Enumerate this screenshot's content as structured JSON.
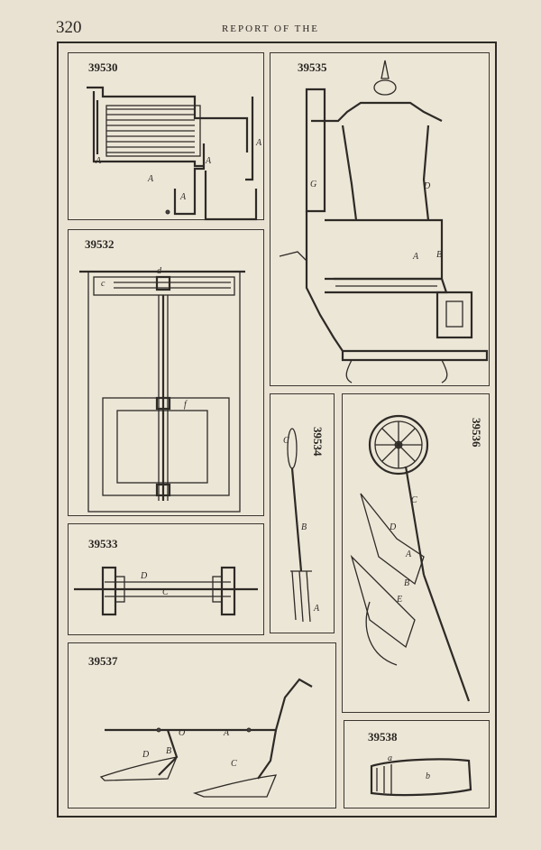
{
  "page": {
    "number": "320",
    "header": "REPORT OF THE"
  },
  "figures": [
    {
      "id": "39530",
      "letters": [
        "A",
        "A",
        "A",
        "A",
        "A"
      ]
    },
    {
      "id": "39535",
      "letters": [
        "G",
        "D",
        "A",
        "B"
      ]
    },
    {
      "id": "39532",
      "letters": [
        "c",
        "d",
        "f"
      ]
    },
    {
      "id": "39534",
      "letters": [
        "C",
        "B",
        "A"
      ]
    },
    {
      "id": "39536",
      "letters": [
        "C",
        "D",
        "A",
        "B",
        "E"
      ]
    },
    {
      "id": "39533",
      "letters": [
        "D",
        "C"
      ]
    },
    {
      "id": "39537",
      "letters": [
        "O",
        "A",
        "D",
        "B",
        "C"
      ]
    },
    {
      "id": "39538",
      "letters": [
        "a",
        "b"
      ]
    }
  ]
}
